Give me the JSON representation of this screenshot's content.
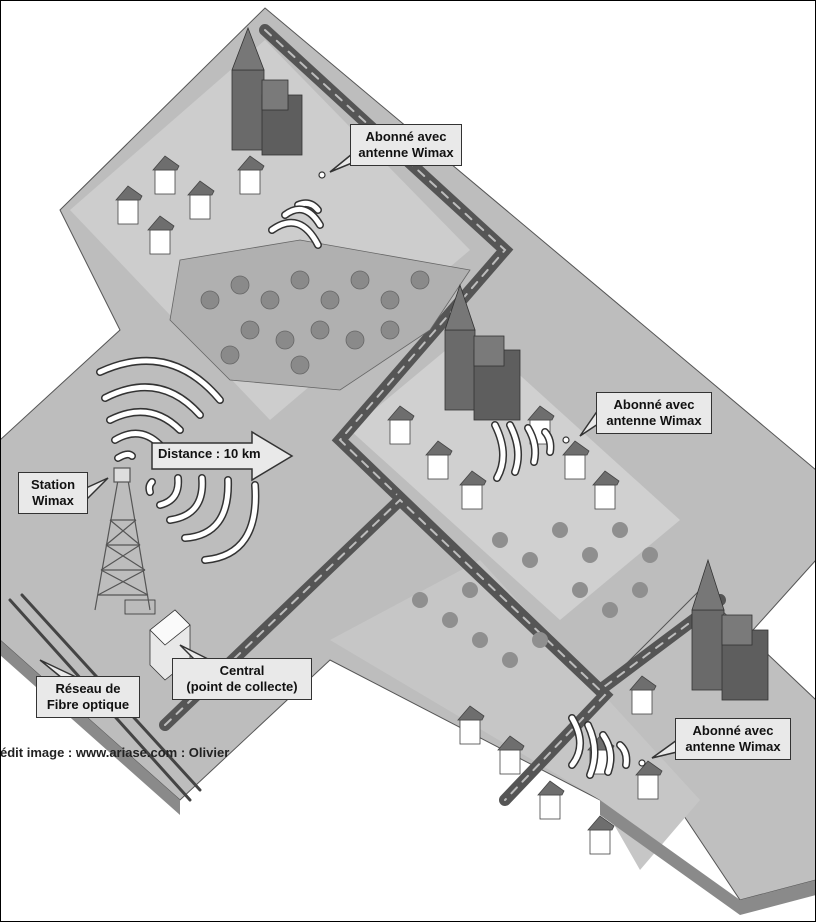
{
  "labels": {
    "subscriber_1": [
      "Abonné avec",
      "antenne Wimax"
    ],
    "subscriber_2": [
      "Abonné avec",
      "antenne Wimax"
    ],
    "subscriber_3": [
      "Abonné avec",
      "antenne Wimax"
    ],
    "station": [
      "Station",
      "Wimax"
    ],
    "distance": "Distance : 10 km",
    "central": [
      "Central",
      "(point de collecte)"
    ],
    "fiber": [
      "Réseau de",
      "Fibre optique"
    ],
    "credit": "édit image : www.ariase.com : Olivier"
  },
  "colors": {
    "ground": "#b9b9b9",
    "ground_side": "#8a8a8a",
    "ground_light": "#cfcfcf",
    "road": "#555555",
    "road_line": "#bdbdbd",
    "callout_bg": "#e9e9e9",
    "wave": "#ffffff",
    "building": "#6e6e6e"
  }
}
